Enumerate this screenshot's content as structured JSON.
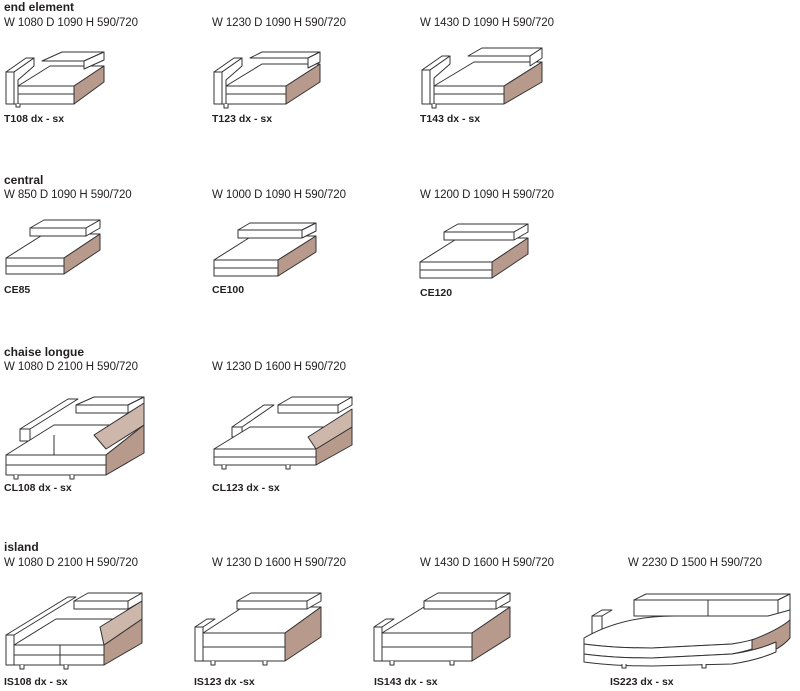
{
  "categories": {
    "end_element": "end element",
    "central": "central",
    "chaise_longue": "chaise longue",
    "island": "island"
  },
  "colors": {
    "upholstery_side": "#b79a8c",
    "outline": "#333333",
    "background": "#ffffff"
  },
  "items": {
    "t108": {
      "dims": "W 1080 D 1090 H 590/720",
      "code": "T108 dx - sx"
    },
    "t123": {
      "dims": "W 1230 D 1090 H 590/720",
      "code": "T123 dx - sx"
    },
    "t143": {
      "dims": "W 1430 D 1090 H 590/720",
      "code": "T143 dx - sx"
    },
    "ce85": {
      "dims": "W 850 D 1090 H 590/720",
      "code": "CE85"
    },
    "ce100": {
      "dims": "W 1000 D 1090 H 590/720",
      "code": "CE100"
    },
    "ce120": {
      "dims": "W 1200 D 1090 H 590/720",
      "code": "CE120"
    },
    "cl108": {
      "dims": "W 1080 D 2100 H 590/720",
      "code": "CL108 dx - sx"
    },
    "cl123": {
      "dims": "W 1230 D 1600 H 590/720",
      "code": "CL123 dx - sx"
    },
    "is108": {
      "dims": "W 1080 D 2100 H 590/720",
      "code": "IS108 dx - sx"
    },
    "is123": {
      "dims": "W 1230 D 1600 H 590/720",
      "code": "IS123 dx -sx"
    },
    "is143": {
      "dims": "W 1430 D 1600 H 590/720",
      "code": "IS143 dx - sx"
    },
    "is223": {
      "dims": "W 2230 D 1500 H 590/720",
      "code": "IS223 dx - sx"
    }
  }
}
